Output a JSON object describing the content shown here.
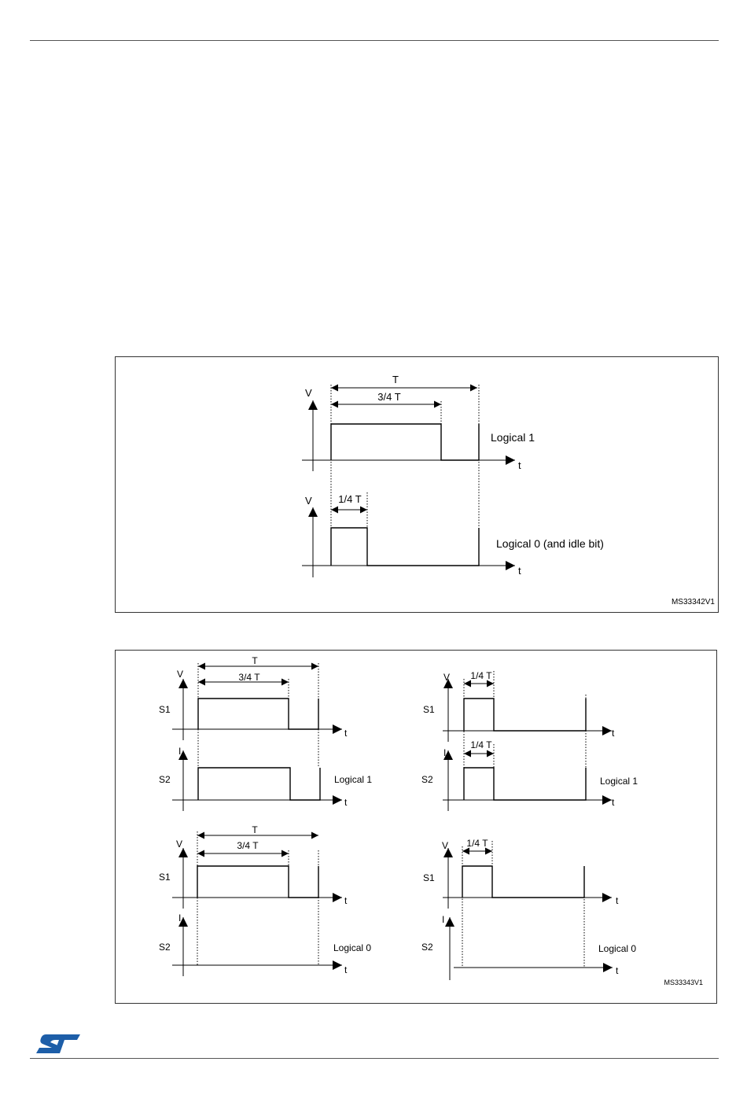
{
  "figure1": {
    "id": "MS33342V1",
    "period_label": "T",
    "three_quarter_label": "3/4 T",
    "quarter_label": "1/4 T",
    "v_axis": "V",
    "t_axis": "t",
    "logical1_label": "Logical 1",
    "logical0_label": "Logical 0 (and idle bit)"
  },
  "figure2": {
    "id": "MS33343V1",
    "period_label": "T",
    "three_quarter_label": "3/4 T",
    "quarter_label": "1/4 T",
    "v_axis": "V",
    "i_axis": "I",
    "t_axis": "t",
    "s1_label": "S1",
    "s2_label": "S2",
    "logical1_label": "Logical 1",
    "logical0_label": "Logical 0"
  },
  "footer": {
    "logo_icon": "st-logo-icon",
    "logo_color": "#1d5ea8"
  }
}
